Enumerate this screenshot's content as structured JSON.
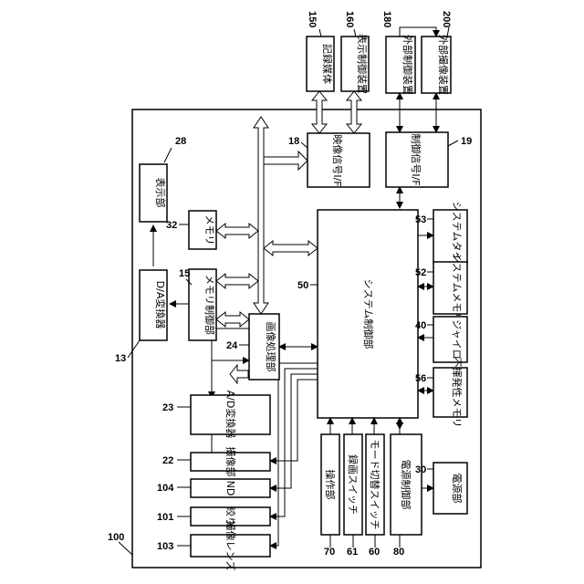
{
  "outer_ref": "100",
  "blocks": {
    "display_unit": "表示部",
    "da_converter": "D/A変換器",
    "memory": "メモリ",
    "memory_control": "メモリ制御部",
    "image_processing": "画像処理部",
    "ad_converter": "A/D変換器",
    "imaging_unit": "撮像部",
    "nd": "ND",
    "aperture": "絞り",
    "imaging_lens": "撮像レンズ",
    "system_control": "システム制御部",
    "video_if": "映像信号I/F",
    "control_if": "制御信号I/F",
    "system_timer": "システムタイマ",
    "system_memory": "システムメモリ",
    "gyro": "ジャイロ",
    "nonvolatile_memory": "不揮発性メモリ",
    "operation_unit": "操作部",
    "record_switch": "録画スイッチ",
    "mode_switch": "モード切替スイッチ",
    "power_control": "電源制御部",
    "power_unit": "電源部",
    "recording_medium": "記録媒体",
    "display_control_device": "表示制御装置",
    "external_control_device": "外部制御装置",
    "external_imaging_device": "外部撮像装置"
  },
  "refs": {
    "display_unit": "28",
    "da_converter": "13",
    "memory": "32",
    "memory_control": "15",
    "image_processing": "24",
    "ad_converter": "23",
    "imaging_unit": "22",
    "nd": "104",
    "aperture": "101",
    "imaging_lens": "103",
    "system_control": "50",
    "video_if": "18",
    "control_if": "19",
    "system_timer": "53",
    "system_memory": "52",
    "gyro": "40",
    "nonvolatile_memory": "56",
    "operation_unit": "70",
    "record_switch": "61",
    "mode_switch": "60",
    "power_control": "80",
    "power_unit": "30",
    "recording_medium": "150",
    "display_control_device": "160",
    "external_control_device": "180",
    "external_imaging_device": "200"
  }
}
